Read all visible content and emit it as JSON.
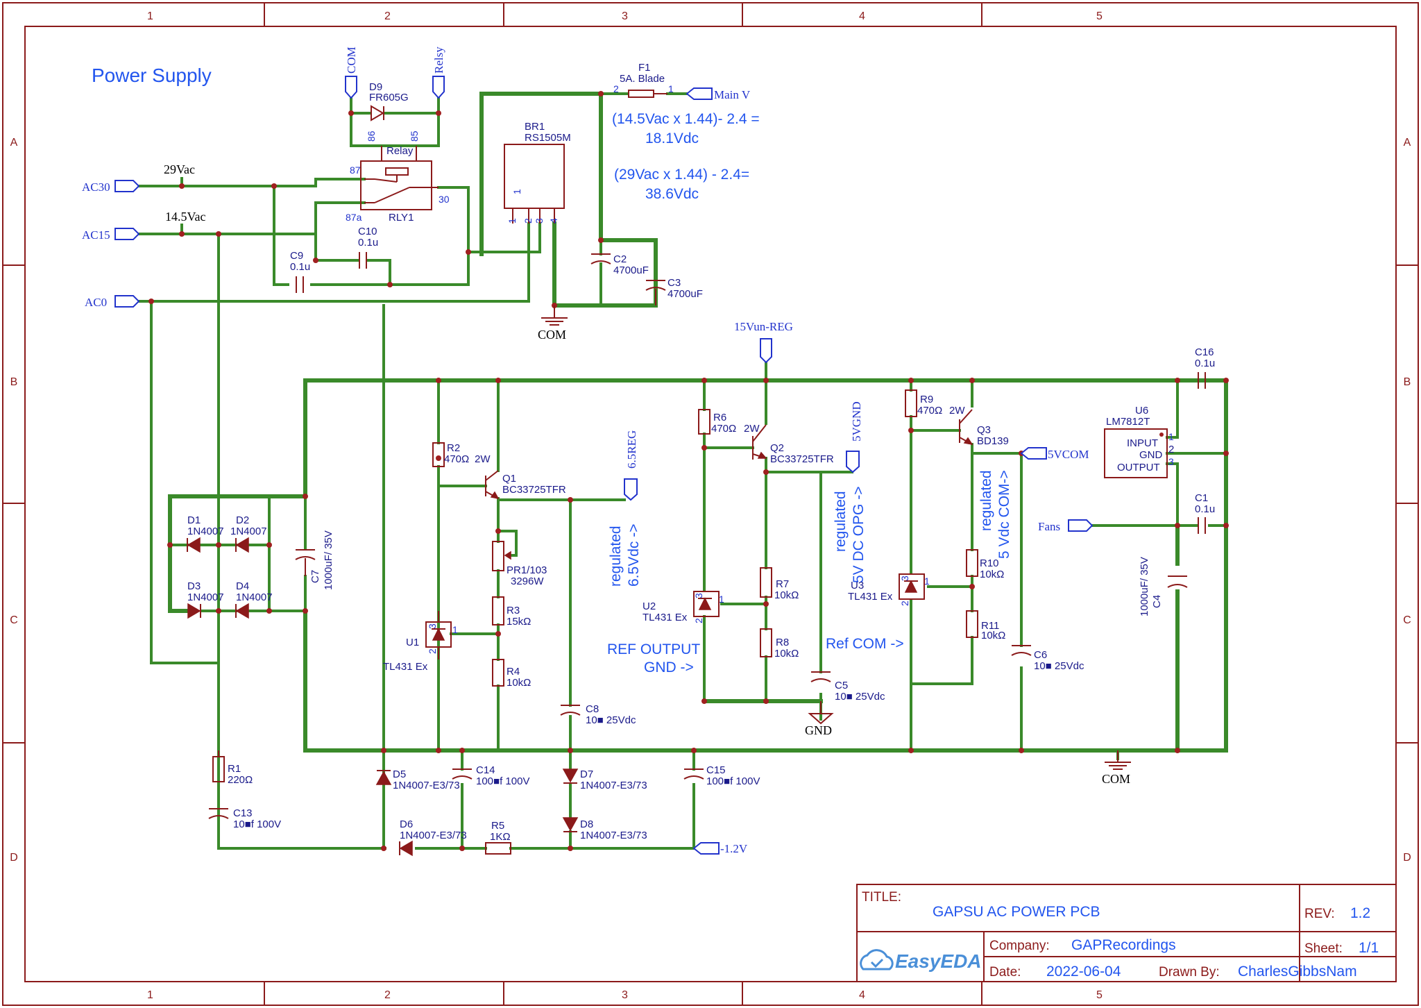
{
  "page_title": "Power Supply",
  "border": {
    "columns": [
      "1",
      "2",
      "3",
      "4",
      "5"
    ],
    "rows": [
      "A",
      "B",
      "C",
      "D"
    ]
  },
  "nets": {
    "ac30": "AC30",
    "ac15": "AC15",
    "ac0": "AC0",
    "com_top": "COM",
    "relsy": "Relsy",
    "main_v": "Main V",
    "vun_reg": "15Vun-REG",
    "reg65": "6.5REG",
    "vgnd5": "5VGND",
    "vcom5": "5VCOM",
    "fans": "Fans",
    "neg12": "-1.2V"
  },
  "power_labels": {
    "com1": "COM",
    "com2": "COM",
    "gnd": "GND",
    "v29": "29Vac",
    "v145": "14.5Vac"
  },
  "notes": {
    "calc1_line1": "(14.5Vac x 1.44)- 2.4 =",
    "calc1_line2": "18.1Vdc",
    "calc2_line1": "(29Vac x 1.44) - 2.4=",
    "calc2_line2": "38.6Vdc",
    "reg65_line1": "regulated",
    "reg65_line2": "6.5Vdc ->",
    "ref_out_line1": "REF OUTPUT",
    "ref_out_line2": "GND ->",
    "reg5_line1": "regulated",
    "reg5_line2": "5V DC OPG ->",
    "ref_com": "Ref COM ->",
    "reg5c_line1": "regulated",
    "reg5c_line2": "5 Vdc  COM->"
  },
  "components": {
    "d9": {
      "ref": "D9",
      "val": "FR605G"
    },
    "relay": {
      "ref": "RLY1",
      "title": "Relay",
      "p86": "86",
      "p85": "85",
      "p87": "87",
      "p87a": "87a",
      "p30": "30"
    },
    "f1": {
      "ref": "F1",
      "val": "5A. Blade",
      "p1": "1",
      "p2": "2"
    },
    "br1": {
      "ref": "BR1",
      "val": "RS1505M",
      "p1": "1",
      "p2": "2",
      "p3": "3",
      "p4": "4"
    },
    "c10": {
      "ref": "C10",
      "val": "0.1u"
    },
    "c9": {
      "ref": "C9",
      "val": "0.1u"
    },
    "c2": {
      "ref": "C2",
      "val": "4700uF"
    },
    "c3": {
      "ref": "C3",
      "val": "4700uF"
    },
    "r2": {
      "ref": "R2",
      "val": "470Ω",
      "w": "2W"
    },
    "q1": {
      "ref": "Q1",
      "val": "BC33725TFR"
    },
    "pr1": {
      "ref": "PR1/103",
      "val": "3296W"
    },
    "r3": {
      "ref": "R3",
      "val": "15kΩ"
    },
    "r4": {
      "ref": "R4",
      "val": "10kΩ"
    },
    "u1": {
      "ref": "U1",
      "val": "TL431 Ex",
      "p1": "1",
      "p2": "2",
      "p3": "3"
    },
    "c8": {
      "ref": "C8",
      "val": "10■ 25Vdc"
    },
    "r6": {
      "ref": "R6",
      "val": "470Ω",
      "w": "2W"
    },
    "q2": {
      "ref": "Q2",
      "val": "BC33725TFR"
    },
    "r7": {
      "ref": "R7",
      "val": "10kΩ"
    },
    "r8": {
      "ref": "R8",
      "val": "10kΩ"
    },
    "u2": {
      "ref": "U2",
      "val": "TL431 Ex",
      "p1": "1",
      "p2": "2",
      "p3": "3"
    },
    "c5": {
      "ref": "C5",
      "val": "10■ 25Vdc"
    },
    "r9": {
      "ref": "R9",
      "val": "470Ω",
      "w": "2W"
    },
    "q3": {
      "ref": "Q3",
      "val": "BD139"
    },
    "r10": {
      "ref": "R10",
      "val": "10kΩ"
    },
    "r11": {
      "ref": "R11",
      "val": "10kΩ"
    },
    "u3": {
      "ref": "U3",
      "val": "TL431 Ex",
      "p1": "1",
      "p2": "2",
      "p3": "3"
    },
    "c6": {
      "ref": "C6",
      "val": "10■ 25Vdc"
    },
    "u6": {
      "ref": "U6",
      "val": "LM7812T",
      "in": "INPUT",
      "gnd": "GND",
      "out": "OUTPUT",
      "p1": "1",
      "p2": "2",
      "p3": "3"
    },
    "c16": {
      "ref": "C16",
      "val": "0.1u"
    },
    "c1": {
      "ref": "C1",
      "val": "0.1u"
    },
    "c4": {
      "ref": "C4",
      "val": "1000uF/ 35V"
    },
    "c7": {
      "ref": "C7",
      "val": "1000uF/ 35V"
    },
    "d1": {
      "ref": "D1",
      "val": "1N4007"
    },
    "d2": {
      "ref": "D2",
      "val": "1N4007"
    },
    "d3": {
      "ref": "D3",
      "val": "1N4007"
    },
    "d4": {
      "ref": "D4",
      "val": "1N4007"
    },
    "r1": {
      "ref": "R1",
      "val": "220Ω"
    },
    "c13": {
      "ref": "C13",
      "val": "10■f 100V"
    },
    "d5": {
      "ref": "D5",
      "val": "1N4007-E3/73"
    },
    "d6": {
      "ref": "D6",
      "val": "1N4007-E3/73"
    },
    "c14": {
      "ref": "C14",
      "val": "100■f 100V"
    },
    "r5": {
      "ref": "R5",
      "val": "1KΩ"
    },
    "d7": {
      "ref": "D7",
      "val": "1N4007-E3/73"
    },
    "d8": {
      "ref": "D8",
      "val": "1N4007-E3/73"
    },
    "c15": {
      "ref": "C15",
      "val": "100■f 100V"
    }
  },
  "title_block": {
    "title_label": "TITLE:",
    "title": "GAPSU AC POWER PCB",
    "rev_label": "REV:",
    "rev": "1.2",
    "company_label": "Company:",
    "company": "GAPRecordings",
    "sheet_label": "Sheet:",
    "sheet": "1/1",
    "date_label": "Date:",
    "date": "2022-06-04",
    "drawn_label": "Drawn By:",
    "drawn": "CharlesGibbsNam",
    "logo": "EasyEDA"
  }
}
